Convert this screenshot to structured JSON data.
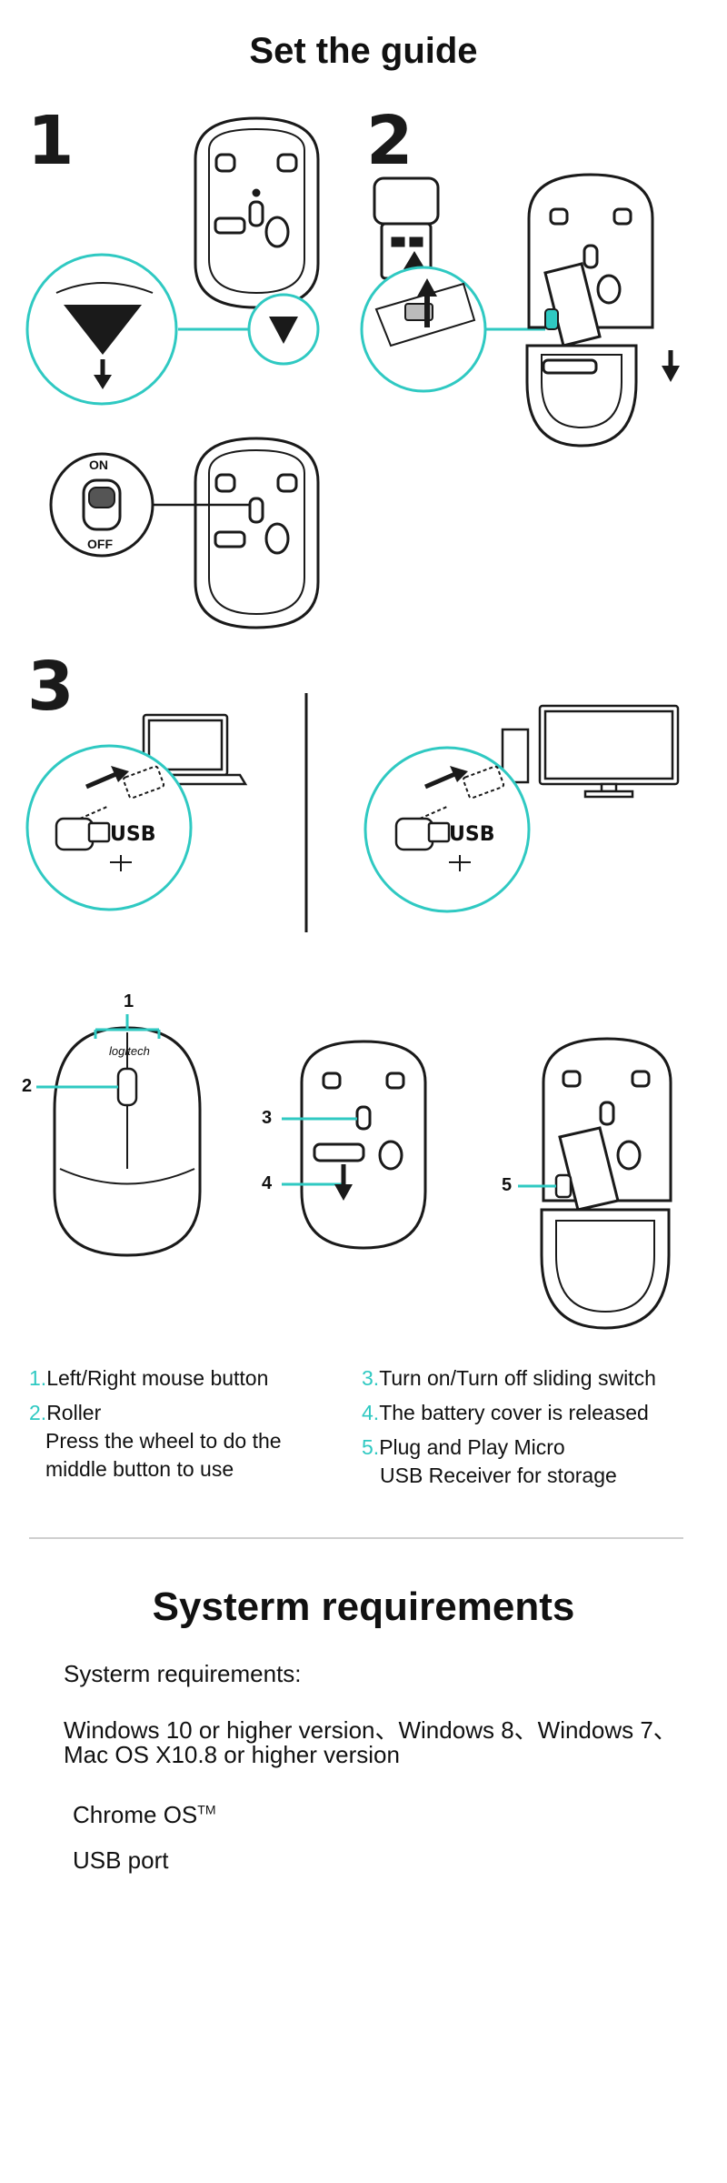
{
  "title": "Set the guide",
  "steps": [
    "1",
    "2",
    "3"
  ],
  "switch_labels": {
    "on": "ON",
    "off": "OFF",
    "on_small": "ON",
    "off_small": "OFF"
  },
  "usb_label": "USB",
  "brand": "logitech",
  "callouts": [
    "1",
    "2",
    "3",
    "4",
    "5"
  ],
  "legend": {
    "items": [
      {
        "num": "1.",
        "text": "Left/Right mouse button"
      },
      {
        "num": "2.",
        "text": "Roller",
        "sub1": "Press the wheel to do the",
        "sub2": "middle button to use"
      },
      {
        "num": "3.",
        "text": "Turn on/Turn off  sliding switch"
      },
      {
        "num": "4.",
        "text": "The battery cover is released"
      },
      {
        "num": "5.",
        "text": "Plug and Play Micro",
        "sub1": "USB Receiver for storage"
      }
    ]
  },
  "requirements": {
    "heading": "Systerm requirements",
    "label": "Systerm requirements:",
    "os_line1": "Windows 10 or higher version、Windows 8、Windows 7、",
    "os_line2": "Mac OS X10.8 or higher version",
    "chrome": "Chrome OS",
    "chrome_tm": "TM",
    "usb": "USB port"
  },
  "colors": {
    "accent": "#2fc9c2",
    "ink": "#1a1a1a",
    "divider": "#cfcfcf"
  }
}
